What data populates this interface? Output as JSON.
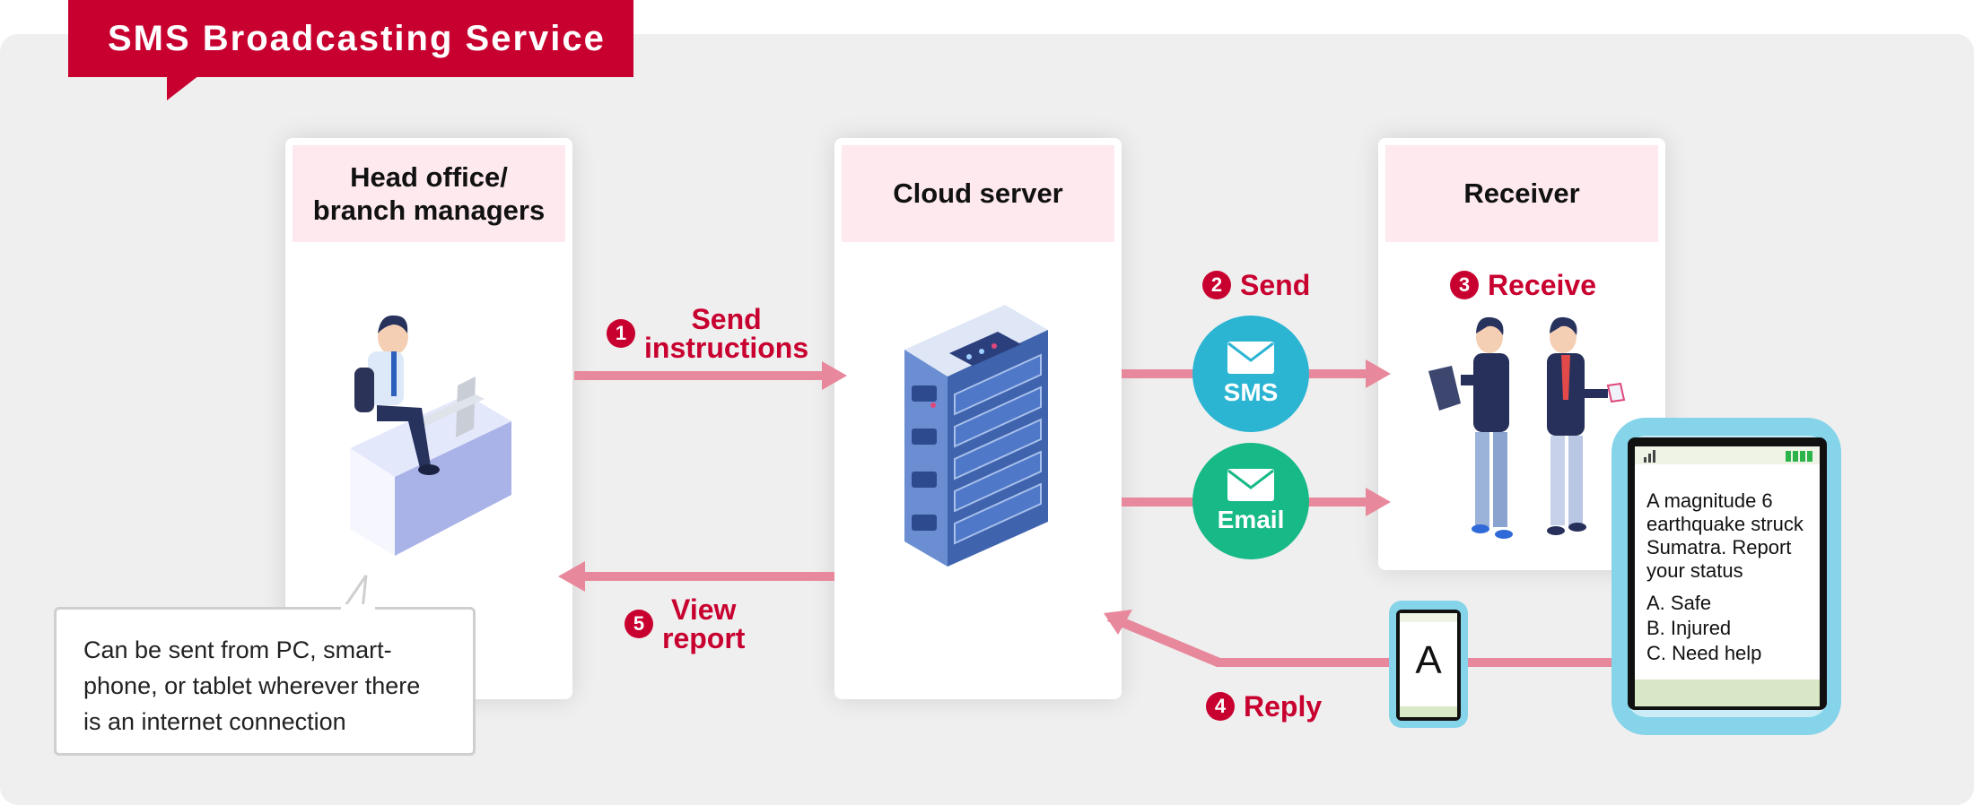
{
  "title": "SMS Broadcasting Service",
  "cards": {
    "sender": "Head office/\nbranch managers",
    "server": "Cloud server",
    "receiver": "Receiver"
  },
  "steps": {
    "s1": {
      "num": "1",
      "label": "Send\ninstructions"
    },
    "s2": {
      "num": "2",
      "label": "Send"
    },
    "s3": {
      "num": "3",
      "label": "Receive"
    },
    "s4": {
      "num": "4",
      "label": "Reply"
    },
    "s5": {
      "num": "5",
      "label": "View\nreport"
    }
  },
  "channels": {
    "sms": "SMS",
    "email": "Email"
  },
  "note": "Can be sent from PC, smart-\nphone, or tablet wherever there\nis an internet connection",
  "phone": {
    "message": "A magnitude 6\nearthquake struck\nSumatra. Report\nyour status",
    "options": [
      "A. Safe",
      "B. Injured",
      "C. Need help"
    ],
    "reply": "A"
  },
  "colors": {
    "accent": "#c8002f",
    "arrow": "#e8889c",
    "sms": "#2bb5d3",
    "email": "#17b987",
    "card_head": "#fde9ee"
  },
  "icons": [
    "envelope-icon",
    "server-rack-icon",
    "office-worker-icon",
    "people-icon",
    "mobile-phone-icon"
  ]
}
